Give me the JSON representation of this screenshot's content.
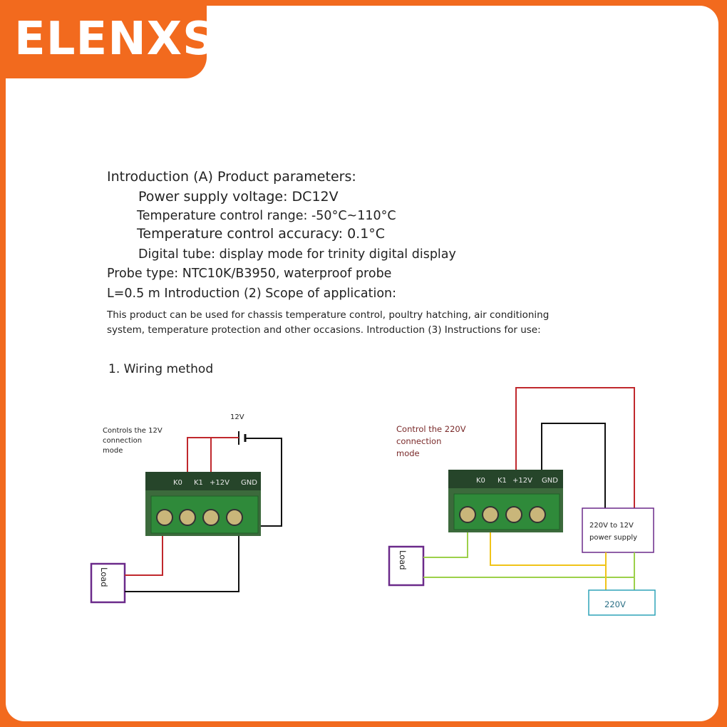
{
  "brand": "ELENXS",
  "intro": {
    "line1": "Introduction (A) Product parameters:",
    "line2": "Power supply voltage: DC12V",
    "line3": "Temperature control range: -50°C~110°C",
    "line4": "Temperature control accuracy: 0.1°C",
    "line5": "Digital tube: display mode for trinity digital display",
    "line6": "Probe type: NTC10K/B3950, waterproof probe",
    "line7": "L=0.5 m Introduction (2) Scope of application:",
    "line8": "This product can be used for chassis temperature control, poultry hatching, air conditioning",
    "line9": "system, temperature protection and other occasions. Introduction (3) Instructions for use:"
  },
  "section_title": "1. Wiring method",
  "left_diagram": {
    "caption_1": "Controls the 12V",
    "caption_2": "connection",
    "caption_3": "mode",
    "battery_label": "12V",
    "terminals": [
      "K0",
      "K1",
      "+12V",
      "GND"
    ],
    "load_label": "Load"
  },
  "right_diagram": {
    "caption_1": "Control the 220V",
    "caption_2": "connection",
    "caption_3": "mode",
    "terminals": [
      "K0",
      "K1",
      "+12V",
      "GND"
    ],
    "load_label": "Load",
    "psu_line1": "220V to 12V",
    "psu_line2": "power supply",
    "mains_label": "220V"
  },
  "colors": {
    "brand_orange": "#f26a1e",
    "wire_red": "#c0282d",
    "wire_black": "#111111",
    "wire_green": "#9cd04a",
    "wire_yellow": "#f0c419",
    "load_box": "#6b2a8a",
    "mains_box": "#2ea3b8",
    "board_green": "#2f8a3a"
  }
}
